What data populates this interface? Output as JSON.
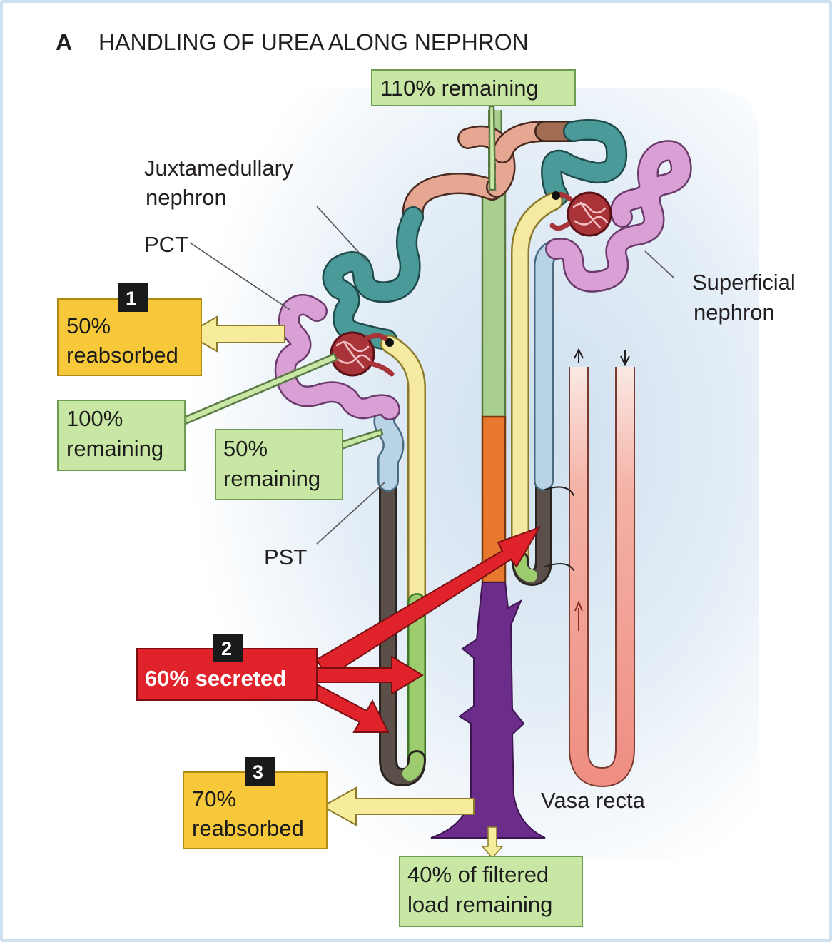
{
  "figure": {
    "panel_letter": "A",
    "title": "HANDLING OF UREA ALONG NEPHRON"
  },
  "labels": {
    "juxtamedullary_line1": "Juxtamedullary",
    "juxtamedullary_line2": "nephron",
    "pct": "PCT",
    "pst": "PST",
    "superficial_line1": "Superficial",
    "superficial_line2": "nephron",
    "vasa_recta": "Vasa recta"
  },
  "boxes": {
    "top_remaining": "110% remaining",
    "step1": {
      "number": "1",
      "line1": "50%",
      "line2": "reabsorbed"
    },
    "remaining_100": {
      "line1": "100%",
      "line2": "remaining"
    },
    "remaining_50": {
      "line1": "50%",
      "line2": "remaining"
    },
    "step2": {
      "number": "2",
      "line1": "60% secreted"
    },
    "step3": {
      "number": "3",
      "line1": "70%",
      "line2": "reabsorbed"
    },
    "final": {
      "line1": "40% of filtered",
      "line2": "load remaining"
    }
  },
  "colors": {
    "background_glow": "#dfe9f3",
    "pct_tubule": "#d9a0d6",
    "pst_tubule": "#b9d3e6",
    "thin_descending": "#5b4f49",
    "thick_ascending": "#f6eaa3",
    "distal_tubule": "#4b9a9a",
    "connecting_tubule": "#e5a792",
    "collecting_duct_cortex": "#a8cf8f",
    "collecting_duct_outer_medulla": "#e8782e",
    "collecting_duct_inner_medulla": "#6b2c8a",
    "vasa_recta": "#f2a396",
    "reabsorbed_box": "#f7c93a",
    "remaining_box": "#c9e7a4",
    "secreted_box": "#e0232b",
    "arrow_yellow": "#f6ec9c"
  }
}
